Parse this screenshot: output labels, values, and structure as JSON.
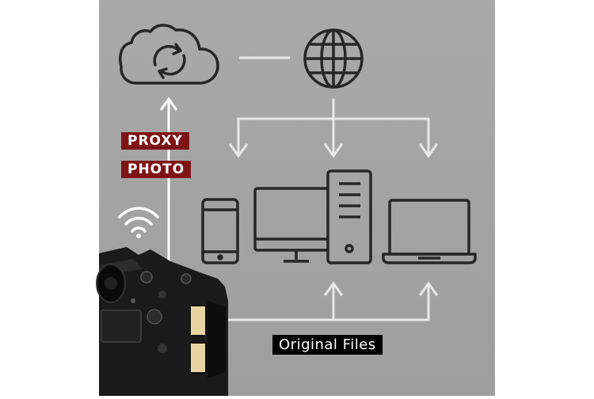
{
  "labels": {
    "proxy": "PROXY",
    "photo": "PHOTO",
    "original_files": "Original Files"
  },
  "colors": {
    "background": "#a4a4a4",
    "icon_stroke": "#262626",
    "arrow": "#e8e8e8",
    "label_red": "#7f1416",
    "label_black": "#000000",
    "sd_card": "#e6d4a3"
  },
  "icons": [
    "cloud-sync-icon",
    "globe-icon",
    "smartphone-icon",
    "desktop-monitor-icon",
    "pc-tower-icon",
    "laptop-icon",
    "wifi-icon",
    "camera-icon"
  ]
}
